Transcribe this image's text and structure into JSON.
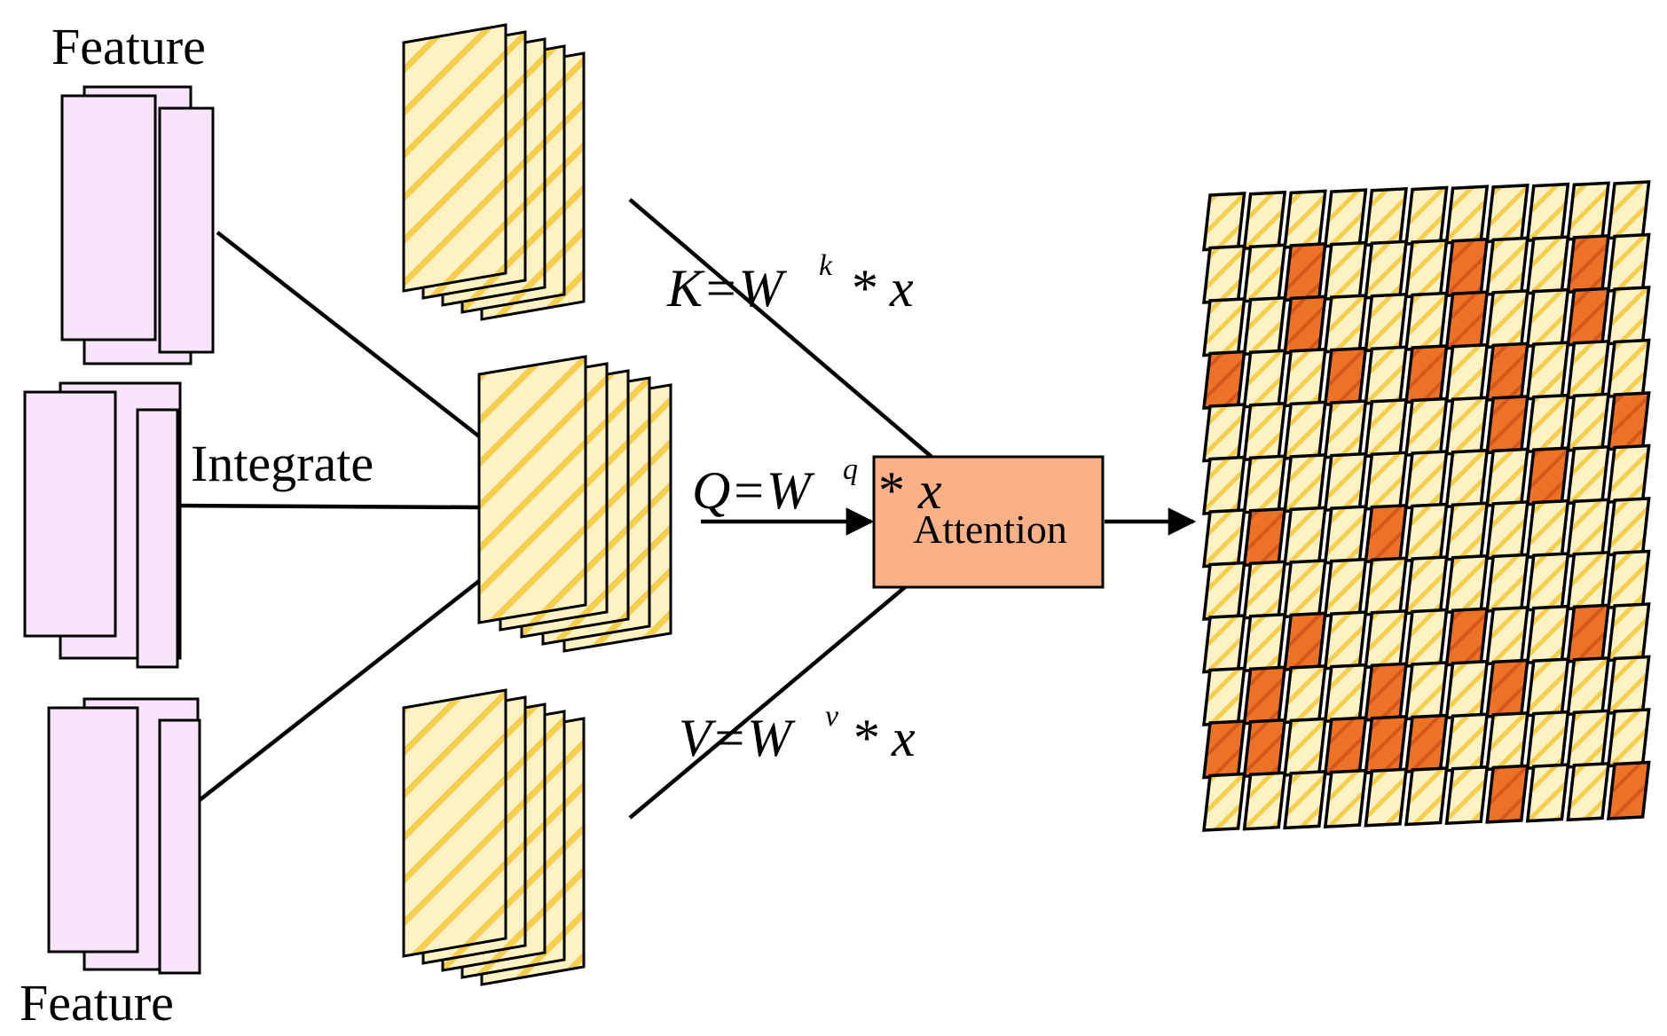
{
  "labels": {
    "feature_top": "Feature",
    "feature_bottom": "Feature",
    "integrate": "Integrate",
    "attention": "Attention"
  },
  "formulas": {
    "k": {
      "lhs": "K=W",
      "sup": "k",
      "star": "*",
      "var": "x"
    },
    "q": {
      "lhs": "Q=W",
      "sup": "q",
      "star": "*",
      "var": "x"
    },
    "v": {
      "lhs": "V=W",
      "sup": "v",
      "star": "*",
      "var": "x"
    }
  },
  "colors": {
    "feature_fill": "#f8e4fb",
    "stripe_fill": "#fdf2c3",
    "stripe_line": "#f5cd4f",
    "attention_fill": "#fbb187",
    "highlight_cell": "#ec7326",
    "line": "#000000"
  },
  "attention_map": {
    "rows": 12,
    "cols": 11,
    "highlighted": [
      [
        1,
        2
      ],
      [
        1,
        6
      ],
      [
        1,
        9
      ],
      [
        2,
        2
      ],
      [
        2,
        6
      ],
      [
        2,
        9
      ],
      [
        3,
        0
      ],
      [
        3,
        3
      ],
      [
        3,
        5
      ],
      [
        3,
        7
      ],
      [
        4,
        7
      ],
      [
        4,
        10
      ],
      [
        5,
        8
      ],
      [
        6,
        1
      ],
      [
        6,
        4
      ],
      [
        8,
        2
      ],
      [
        8,
        6
      ],
      [
        8,
        9
      ],
      [
        9,
        1
      ],
      [
        9,
        4
      ],
      [
        9,
        7
      ],
      [
        10,
        0
      ],
      [
        10,
        1
      ],
      [
        10,
        3
      ],
      [
        10,
        4
      ],
      [
        10,
        5
      ],
      [
        11,
        7
      ],
      [
        11,
        10
      ]
    ]
  }
}
